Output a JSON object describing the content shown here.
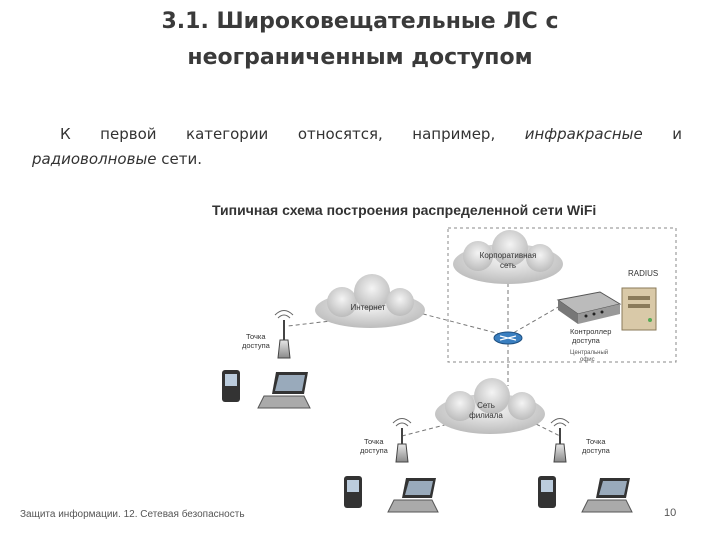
{
  "slide": {
    "title_line1": "3.1. Широковещательные ЛС с",
    "title_line2": "неограниченным доступом",
    "text_words": [
      "К",
      "первой",
      "категории",
      "относятся,",
      "например,"
    ],
    "text_italic1": "инфракрасные",
    "text_and": "и",
    "text_italic2": "радиоволновые",
    "text_end": " сети.",
    "footer": "Защита информации. 12. Сетевая безопасность",
    "page_number": "10"
  },
  "diagram": {
    "heading": "Типичная схема построения распределенной сети WiFi",
    "corp_net_line1": "Корпоративная",
    "corp_net_line2": "сеть",
    "radius": "RADIUS",
    "internet": "Интернет",
    "ap_left_line1": "Точка",
    "ap_left_line2": "доступа",
    "controller_line1": "Контроллер",
    "controller_line2": "доступа",
    "controller_sub1": "Центральный",
    "controller_sub2": "офис",
    "branch_net_line1": "Сеть",
    "branch_net_line2": "филиала",
    "ap_bottom_left_line1": "Точка",
    "ap_bottom_left_line2": "доступа",
    "ap_bottom_right_line1": "Точка",
    "ap_bottom_right_line2": "доступа"
  }
}
